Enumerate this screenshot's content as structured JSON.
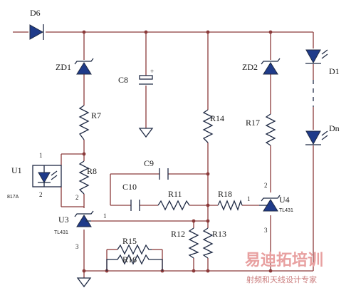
{
  "components": {
    "d6": "D6",
    "zd1": "ZD1",
    "c8": "C8",
    "r7": "R7",
    "r14": "R14",
    "zd2": "ZD2",
    "r17": "R17",
    "d1": "D1",
    "dn": "Dn",
    "u1": "U1",
    "u1_part": "817A",
    "r8": "R8",
    "c9": "C9",
    "c10": "C10",
    "r11": "R11",
    "r18": "R18",
    "u4": "U4",
    "u4_part": "TL431",
    "u3": "U3",
    "u3_part": "TL431",
    "r12": "R12",
    "r13": "R13",
    "r15": "R15",
    "r16": "R16",
    "plus": "+"
  },
  "pins": {
    "u1_1": "1",
    "u1_2": "2",
    "u1_out": "2",
    "u3_1": "1",
    "u3_3": "3",
    "u4_1": "1",
    "u4_2": "2",
    "u4_3": "3"
  },
  "watermark": {
    "title": "易迪拓培训",
    "subtitle": "射频和天线设计专家"
  }
}
